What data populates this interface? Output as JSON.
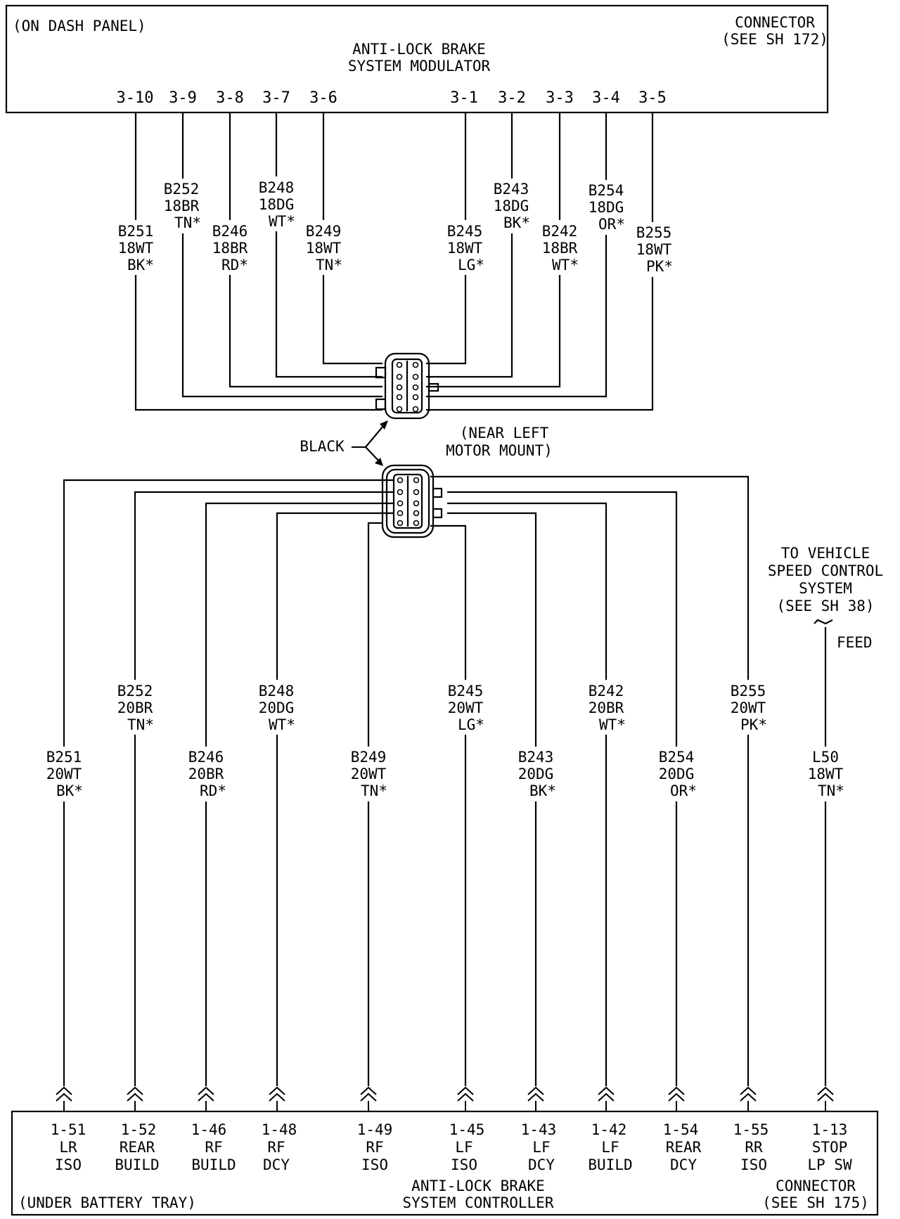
{
  "modulator": {
    "location": "(ON DASH PANEL)",
    "title_line1": "ANTI-LOCK BRAKE",
    "title_line2": "SYSTEM MODULATOR",
    "connector_line1": "CONNECTOR",
    "connector_line2": "(SEE SH 172)",
    "pins": [
      "3-10",
      "3-9",
      "3-8",
      "3-7",
      "3-6",
      "3-1",
      "3-2",
      "3-3",
      "3-4",
      "3-5"
    ]
  },
  "upper_wires": [
    {
      "circuit": "B251",
      "gauge": "18WT",
      "color": "BK*"
    },
    {
      "circuit": "B252",
      "gauge": "18BR",
      "color": "TN*"
    },
    {
      "circuit": "B246",
      "gauge": "18BR",
      "color": "RD*"
    },
    {
      "circuit": "B248",
      "gauge": "18DG",
      "color": "WT*"
    },
    {
      "circuit": "B249",
      "gauge": "18WT",
      "color": "TN*"
    },
    {
      "circuit": "B245",
      "gauge": "18WT",
      "color": "LG*"
    },
    {
      "circuit": "B243",
      "gauge": "18DG",
      "color": "BK*"
    },
    {
      "circuit": "B242",
      "gauge": "18BR",
      "color": "WT*"
    },
    {
      "circuit": "B254",
      "gauge": "18DG",
      "color": "OR*"
    },
    {
      "circuit": "B255",
      "gauge": "18WT",
      "color": "PK*"
    }
  ],
  "inline_connector": {
    "color_label": "BLACK",
    "location_line1": "(NEAR LEFT",
    "location_line2": "MOTOR MOUNT)"
  },
  "lower_wires": [
    {
      "circuit": "B251",
      "gauge": "20WT",
      "color": "BK*"
    },
    {
      "circuit": "B252",
      "gauge": "20BR",
      "color": "TN*"
    },
    {
      "circuit": "B246",
      "gauge": "20BR",
      "color": "RD*"
    },
    {
      "circuit": "B248",
      "gauge": "20DG",
      "color": "WT*"
    },
    {
      "circuit": "B249",
      "gauge": "20WT",
      "color": "TN*"
    },
    {
      "circuit": "B245",
      "gauge": "20WT",
      "color": "LG*"
    },
    {
      "circuit": "B243",
      "gauge": "20DG",
      "color": "BK*"
    },
    {
      "circuit": "B242",
      "gauge": "20BR",
      "color": "WT*"
    },
    {
      "circuit": "B254",
      "gauge": "20DG",
      "color": "OR*"
    },
    {
      "circuit": "B255",
      "gauge": "20WT",
      "color": "PK*"
    },
    {
      "circuit": "L50",
      "gauge": "18WT",
      "color": "TN*"
    }
  ],
  "speed_control": {
    "line1": "TO VEHICLE",
    "line2": "SPEED CONTROL",
    "line3": "SYSTEM",
    "line4": "(SEE SH 38)",
    "feed": "FEED"
  },
  "controller": {
    "location": "(UNDER BATTERY TRAY)",
    "title_line1": "ANTI-LOCK BRAKE",
    "title_line2": "SYSTEM CONTROLLER",
    "connector_line1": "CONNECTOR",
    "connector_line2": "(SEE SH 175)",
    "pins": [
      {
        "pin": "1-51",
        "l1": "LR",
        "l2": "ISO"
      },
      {
        "pin": "1-52",
        "l1": "REAR",
        "l2": "BUILD"
      },
      {
        "pin": "1-46",
        "l1": "RF",
        "l2": "BUILD"
      },
      {
        "pin": "1-48",
        "l1": "RF",
        "l2": "DCY"
      },
      {
        "pin": "1-49",
        "l1": "RF",
        "l2": "ISO"
      },
      {
        "pin": "1-45",
        "l1": "LF",
        "l2": "ISO"
      },
      {
        "pin": "1-43",
        "l1": "LF",
        "l2": "DCY"
      },
      {
        "pin": "1-42",
        "l1": "LF",
        "l2": "BUILD"
      },
      {
        "pin": "1-54",
        "l1": "REAR",
        "l2": "DCY"
      },
      {
        "pin": "1-55",
        "l1": "RR",
        "l2": "ISO"
      },
      {
        "pin": "1-13",
        "l1": "STOP",
        "l2": "LP SW"
      }
    ]
  }
}
